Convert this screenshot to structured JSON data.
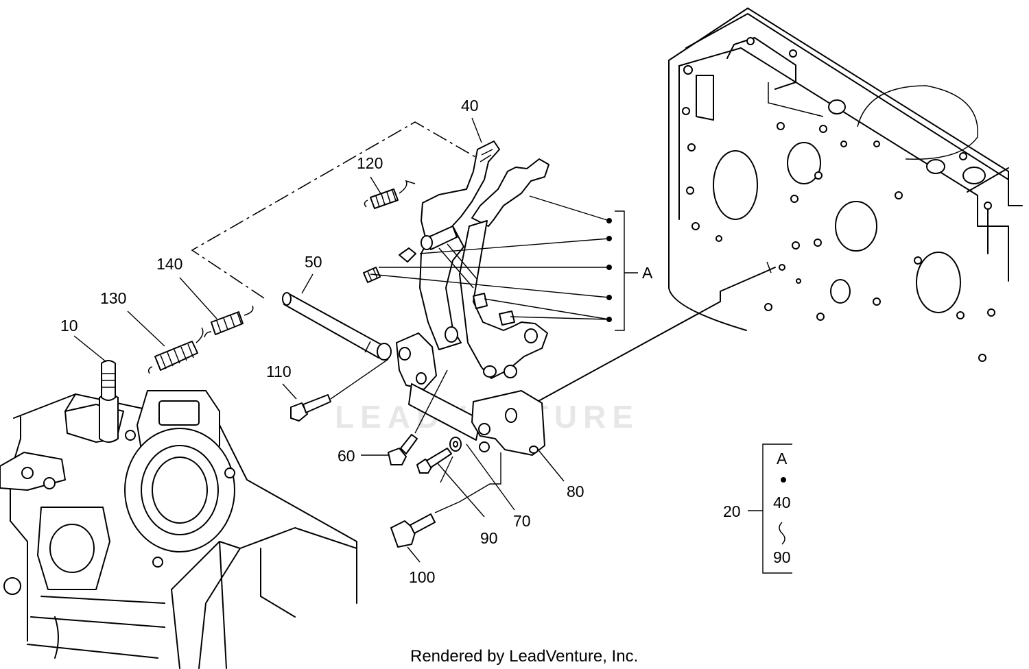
{
  "watermark": "LEADVENTURE",
  "footer": "Rendered by LeadVenture, Inc.",
  "callouts": {
    "p10": "10",
    "p20": "20",
    "p40": "40",
    "p50": "50",
    "p60": "60",
    "p70": "70",
    "p80": "80",
    "p90": "90",
    "p100": "100",
    "p110": "110",
    "p120": "120",
    "p130": "130",
    "p140": "140",
    "groupA": "A"
  },
  "assembly_legend": {
    "group": "A",
    "range_from": "40",
    "range_to": "90"
  }
}
